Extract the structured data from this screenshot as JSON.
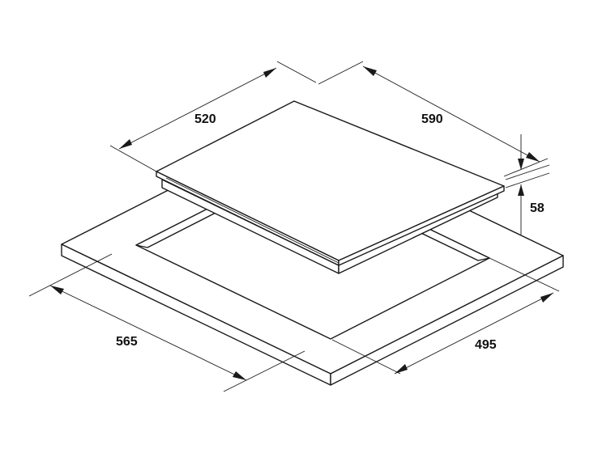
{
  "dimensions": {
    "cooktop_depth": "520",
    "cooktop_width": "590",
    "height": "58",
    "cutout_width": "565",
    "cutout_depth": "495"
  },
  "colors": {
    "line": "#1a1a1a",
    "background": "#ffffff",
    "text": "#111111"
  }
}
